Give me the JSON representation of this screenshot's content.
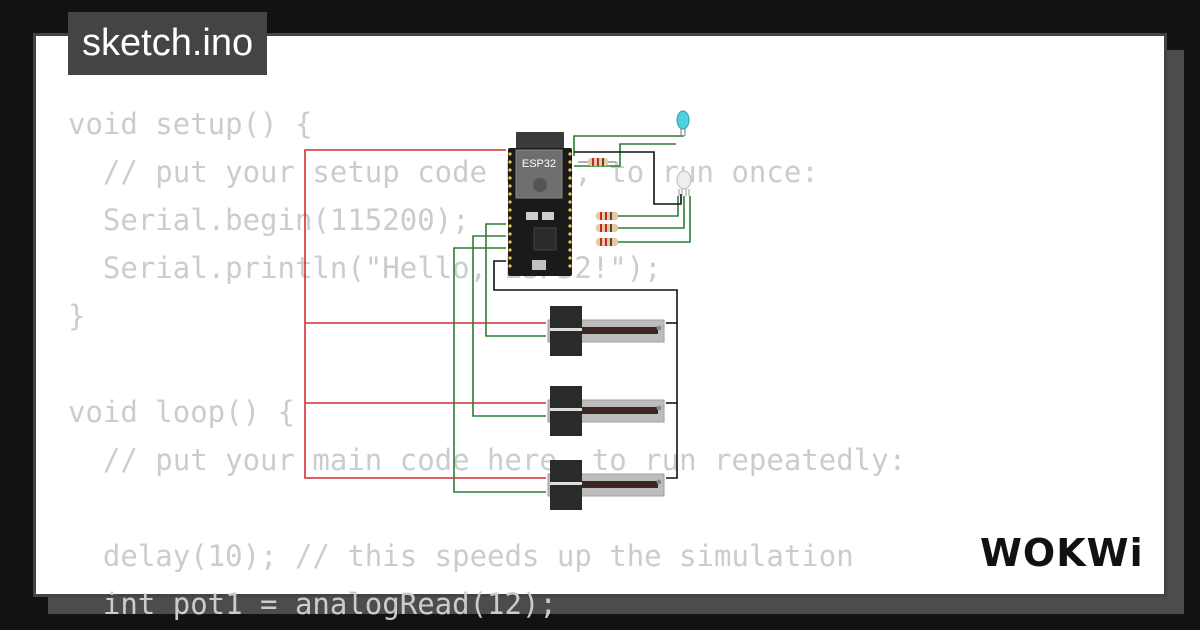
{
  "window": {
    "filename": "sketch.ino"
  },
  "code_lines": [
    "void setup() {",
    "  // put your setup code here, to run once:",
    "  Serial.begin(115200);",
    "  Serial.println(\"Hello, ESP32!\");",
    "}",
    "",
    "void loop() {",
    "  // put your main code here, to run repeatedly:",
    "",
    "  delay(10); // this speeds up the simulation",
    "  int pot1 = analogRead(12);"
  ],
  "board": {
    "label": "ESP32"
  },
  "brand": {
    "logo_text": "WOKWi"
  },
  "colors": {
    "background": "#121212",
    "card_border": "#444444",
    "code_text": "#cccccc",
    "wire_red": "#d32f2f",
    "wire_green": "#2e7d32",
    "wire_black": "#111111",
    "led_cyan": "#4dd0e1"
  },
  "icons": [
    "esp32-board-icon",
    "potentiometer-icon",
    "resistor-icon",
    "led-icon",
    "rgb-led-icon",
    "wokwi-logo"
  ]
}
